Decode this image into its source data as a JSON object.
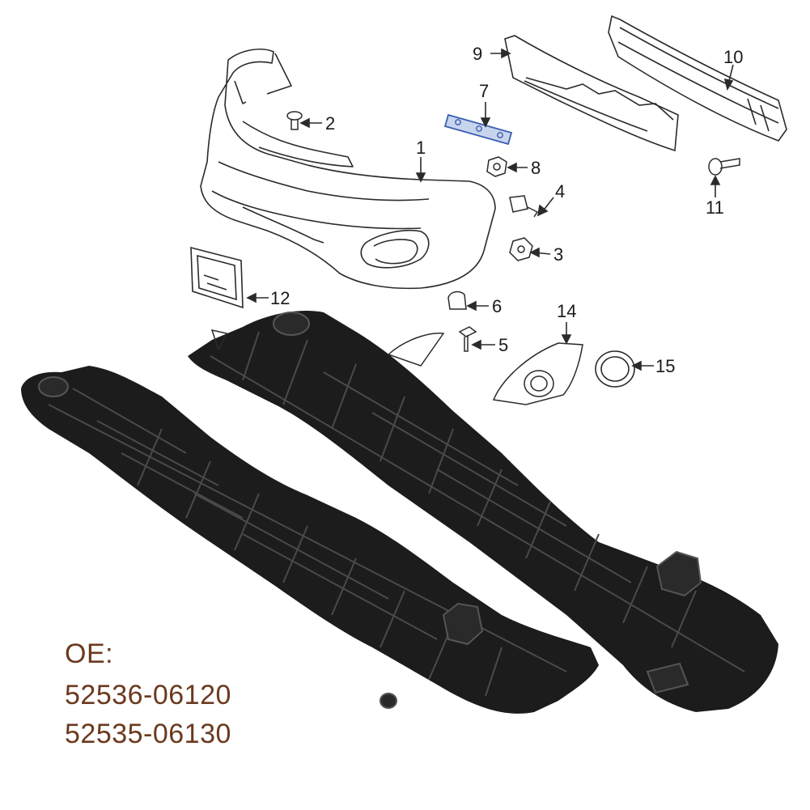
{
  "callouts": [
    {
      "id": "1",
      "label": "1"
    },
    {
      "id": "2",
      "label": "2"
    },
    {
      "id": "3",
      "label": "3"
    },
    {
      "id": "4",
      "label": "4"
    },
    {
      "id": "5",
      "label": "5"
    },
    {
      "id": "6",
      "label": "6"
    },
    {
      "id": "7",
      "label": "7"
    },
    {
      "id": "8",
      "label": "8"
    },
    {
      "id": "9",
      "label": "9"
    },
    {
      "id": "10",
      "label": "10"
    },
    {
      "id": "11",
      "label": "11"
    },
    {
      "id": "12",
      "label": "12"
    },
    {
      "id": "14",
      "label": "14"
    },
    {
      "id": "15",
      "label": "15"
    }
  ],
  "oe": {
    "label": "OE:",
    "part_numbers": [
      "52536-06120",
      "52535-06130"
    ]
  },
  "colors": {
    "line_art": "#2b2b2b",
    "bracket_fill": "#1c1c1c",
    "highlight_part": "#3a5fb0",
    "oe_text": "#6b3a1f"
  }
}
